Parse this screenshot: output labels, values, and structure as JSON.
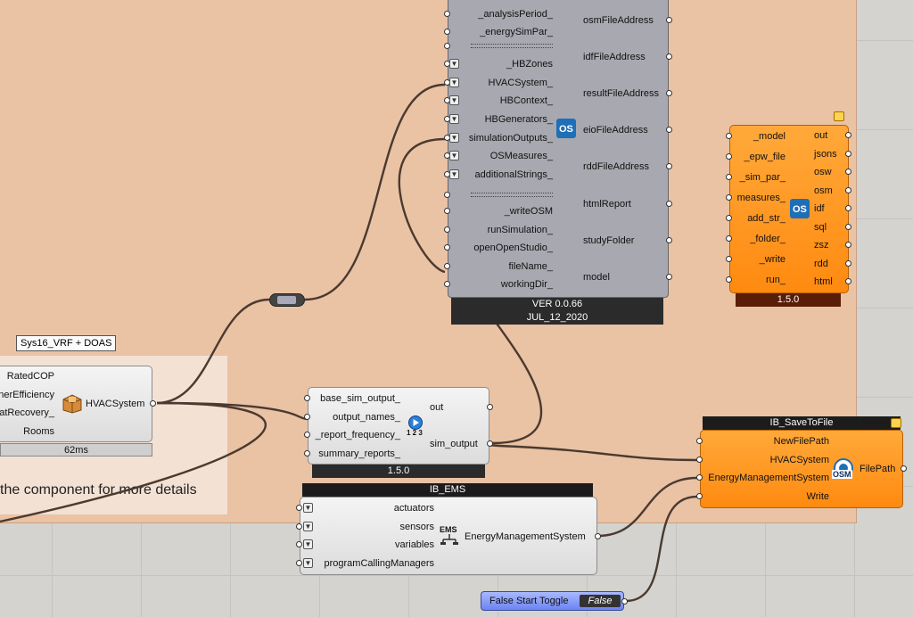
{
  "colors": {
    "group": "#eac2a4",
    "orange_component": "#ff9a20",
    "os_component": "#a8a8b0",
    "toggle": "#8a9cf8"
  },
  "os_component": {
    "inputs": [
      "_analysisPeriod_",
      "_energySimPar_",
      "_HBZones",
      "HVACSystem_",
      "HBContext_",
      "HBGenerators_",
      "simulationOutputs_",
      "OSMeasures_",
      "additionalStrings_",
      "_writeOSM",
      "runSimulation_",
      "openOpenStudio_",
      "fileName_",
      "workingDir_"
    ],
    "outputs": [
      "osmFileAddress",
      "idfFileAddress",
      "resultFileAddress",
      "eioFileAddress",
      "rddFileAddress",
      "htmlReport",
      "studyFolder",
      "model"
    ],
    "version": "VER 0.0.66",
    "date": "JUL_12_2020",
    "icon": "openstudio-icon"
  },
  "os_run_component": {
    "inputs": [
      "_model",
      "_epw_file",
      "_sim_par_",
      "measures_",
      "add_str_",
      "_folder_",
      "_write",
      "run_"
    ],
    "outputs": [
      "out",
      "jsons",
      "osw",
      "osm",
      "idf",
      "sql",
      "zsz",
      "rdd",
      "html"
    ],
    "version": "1.5.0",
    "icon": "openstudio-icon"
  },
  "hvac_component": {
    "panel_label": "Sys16_VRF + DOAS",
    "inputs": [
      "RatedCOP",
      "nerEfficiency",
      "eatRecovery_",
      "Rooms"
    ],
    "output": "HVACSystem",
    "timing": "62ms",
    "icon": "package-icon"
  },
  "group_note": "the component for more details",
  "sim_output_component": {
    "inputs": [
      "base_sim_output_",
      "output_names_",
      "_report_frequency_",
      "summary_reports_"
    ],
    "outputs": [
      "out",
      "sim_output"
    ],
    "version": "1.5.0",
    "icon": "play-123-icon",
    "icon_text": "1 2 3"
  },
  "save_component": {
    "title": "IB_SaveToFile",
    "inputs": [
      "NewFilePath",
      "HVACSystem",
      "EnergyManagementSystem",
      "Write"
    ],
    "output": "FilePath",
    "icon": "osm-save-icon",
    "icon_text": "OSM"
  },
  "ems_component": {
    "title": "IB_EMS",
    "inputs": [
      "actuators",
      "sensors",
      "variables",
      "programCallingManagers"
    ],
    "output": "EnergyManagementSystem",
    "icon": "ems-icon",
    "icon_text": "EMS"
  },
  "toggle": {
    "label": "False Start Toggle",
    "value": "False"
  }
}
